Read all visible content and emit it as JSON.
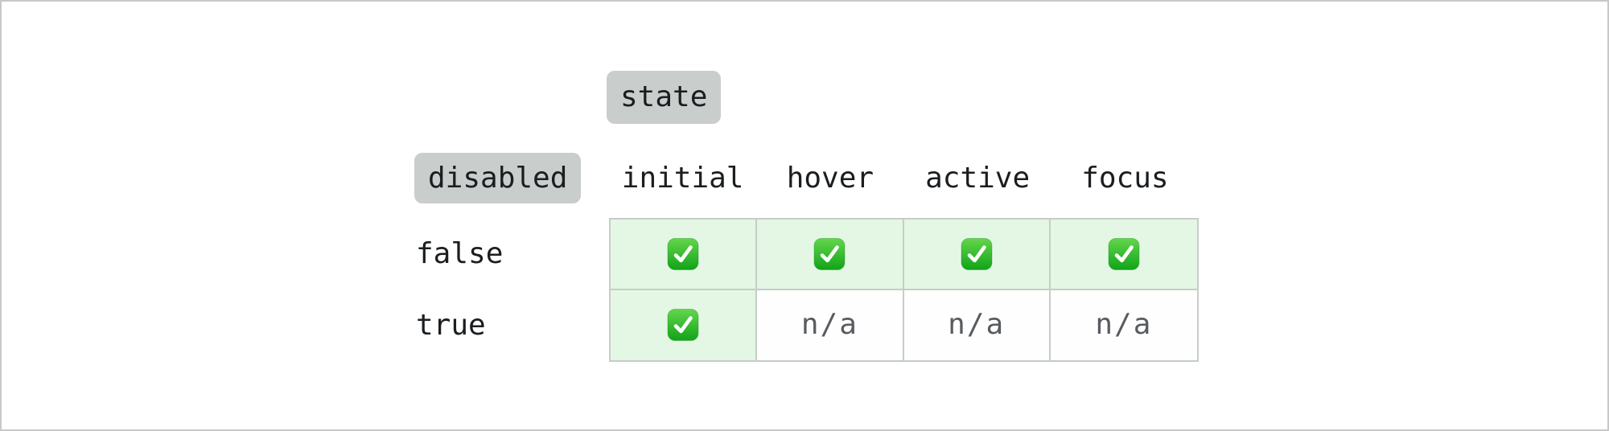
{
  "matrix": {
    "column_axis_badge": "state",
    "row_axis_badge": "disabled",
    "column_headers": [
      "initial",
      "hover",
      "active",
      "focus"
    ],
    "rows": [
      {
        "label": "false",
        "cells": [
          {
            "type": "check",
            "icon": "white-heavy-check-mark"
          },
          {
            "type": "check",
            "icon": "white-heavy-check-mark"
          },
          {
            "type": "check",
            "icon": "white-heavy-check-mark"
          },
          {
            "type": "check",
            "icon": "white-heavy-check-mark"
          }
        ]
      },
      {
        "label": "true",
        "cells": [
          {
            "type": "check",
            "icon": "white-heavy-check-mark"
          },
          {
            "type": "na",
            "text": "n/a"
          },
          {
            "type": "na",
            "text": "n/a"
          },
          {
            "type": "na",
            "text": "n/a"
          }
        ]
      }
    ]
  },
  "colors": {
    "badge_bg": "#c9cdcc",
    "cell_check_bg": "#e4f7e5",
    "cell_na_bg": "#fefefe",
    "table_border": "#c5cdc7",
    "frame_border": "#c8c8c8",
    "label_text": "#1b1e21",
    "na_text": "#585c60",
    "check_green_top": "#63d64d",
    "check_green_bottom": "#12a318",
    "check_mark": "#ffffff"
  }
}
